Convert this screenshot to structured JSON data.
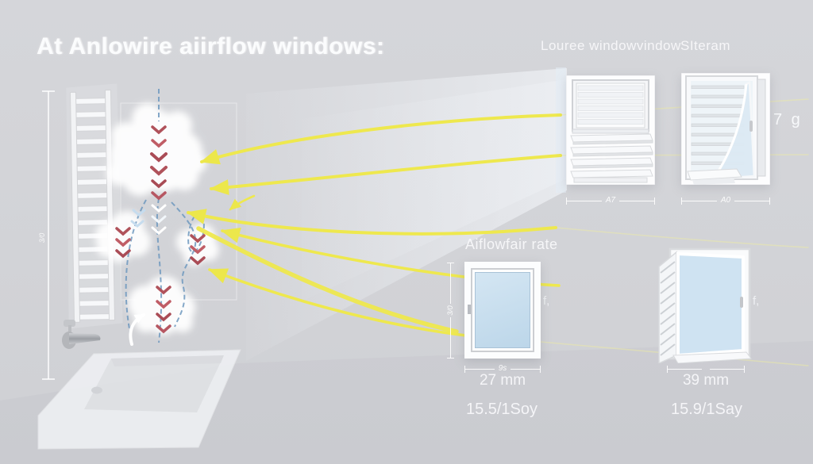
{
  "header": {
    "title": "At Anlowire aiirflow windows:"
  },
  "top_right": {
    "louver_label": "Louree windowvindow",
    "steam_label": "SIteram",
    "louver_dim": "A7",
    "casement_dim": "A0",
    "casement_note": "7 g"
  },
  "scene": {
    "height_dim": "3/0"
  },
  "airflow": {
    "heading": "Aiflowfair rate",
    "closed_window": {
      "height_dim": "3/0",
      "width_dim": "9s",
      "note": "f,",
      "gap": "27 mm",
      "rate": "15.5/1Soy"
    },
    "open_window": {
      "note": "f,",
      "width_dim": "",
      "gap": "39 mm",
      "rate": "15.9/1Say"
    }
  },
  "colors": {
    "background": "#d2d3d7",
    "arrow_yellow": "#eee84e",
    "chevron_red": "#b2525c",
    "flow_blue": "#6f99bf",
    "glass_blue": "#cfe3f2",
    "text_white": "#f2f3f5"
  },
  "icons": {
    "steam_cloud": "white fluffy cloud",
    "airflow_arrow": "yellow curved left arrow",
    "condensation_chevron": "red down chevron",
    "flow_path": "blue dashed streamline",
    "towel_radiator": "ladder radiator",
    "bathtub": "white tub",
    "faucet": "wall spout"
  }
}
